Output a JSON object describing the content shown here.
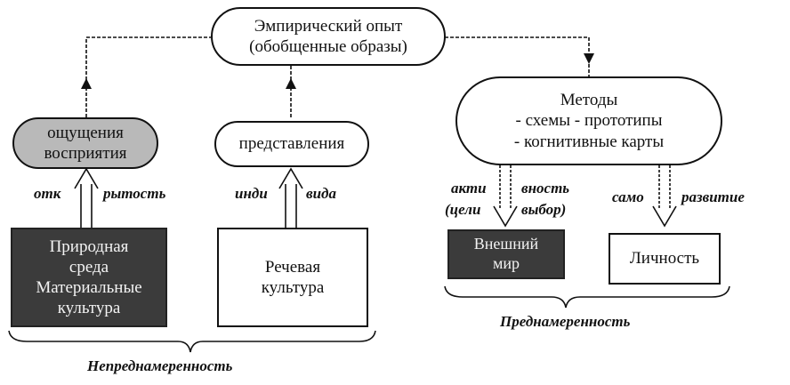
{
  "nodes": {
    "experience": {
      "line1": "Эмпирический опыт",
      "line2": "(обобщенные образы)"
    },
    "sensations": {
      "line1": "ощущения",
      "line2": "восприятия"
    },
    "representations": {
      "label": "представления"
    },
    "methods": {
      "line1": "Методы",
      "line2": "- схемы - прототипы",
      "line3": "- когнитивные карты"
    },
    "nature": {
      "line1": "Природная",
      "line2": "среда",
      "line3": "Материальные",
      "line4": "культура"
    },
    "speech": {
      "line1": "Речевая",
      "line2": "культура"
    },
    "outer_world": {
      "line1": "Внешний",
      "line2": "мир"
    },
    "personality": {
      "label": "Личность"
    }
  },
  "edge_labels": {
    "otk": "отк",
    "rytost": "рытость",
    "indi": "инди",
    "vida": "вида",
    "akti": "акти",
    "celi": "(цели",
    "vnost": "вность",
    "vybor": "выбор)",
    "samo": "само",
    "razvitie": "развитие"
  },
  "groups": {
    "unintentional": "Непреднамеренность",
    "intentional": "Преднамеренность"
  },
  "colors": {
    "line": "#111111",
    "dark_fill": "#3b3b3b",
    "grey_fill": "#b9b9b9"
  }
}
